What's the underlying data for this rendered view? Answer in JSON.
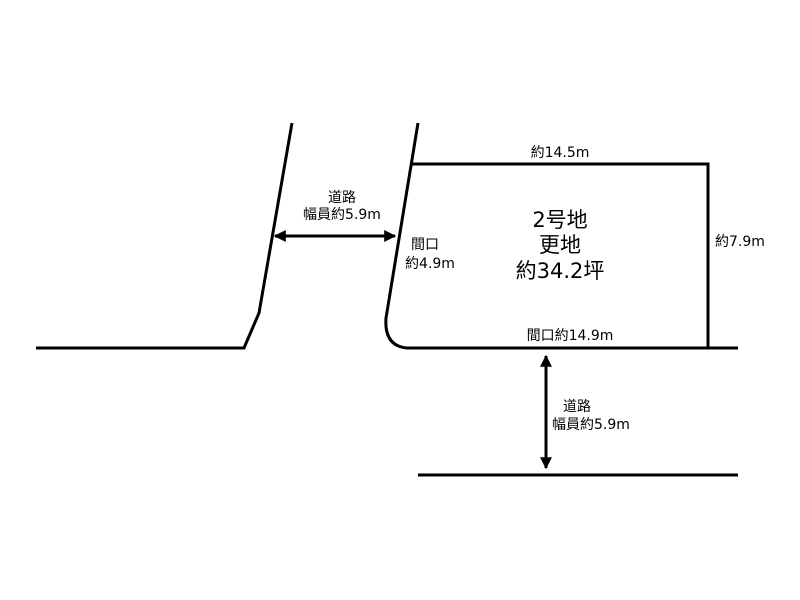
{
  "lot": {
    "name": "2号地",
    "type": "更地",
    "area": "約34.2坪"
  },
  "dimensions": {
    "top": "約14.5m",
    "right": "約7.9m",
    "frontage_bottom": "間口約14.9m",
    "frontage_left_label": "間口",
    "frontage_left_value": "約4.9m"
  },
  "road_left": {
    "label": "道路",
    "width": "幅員約5.9m"
  },
  "road_bottom": {
    "label": "道路",
    "width": "幅員約5.9m"
  }
}
